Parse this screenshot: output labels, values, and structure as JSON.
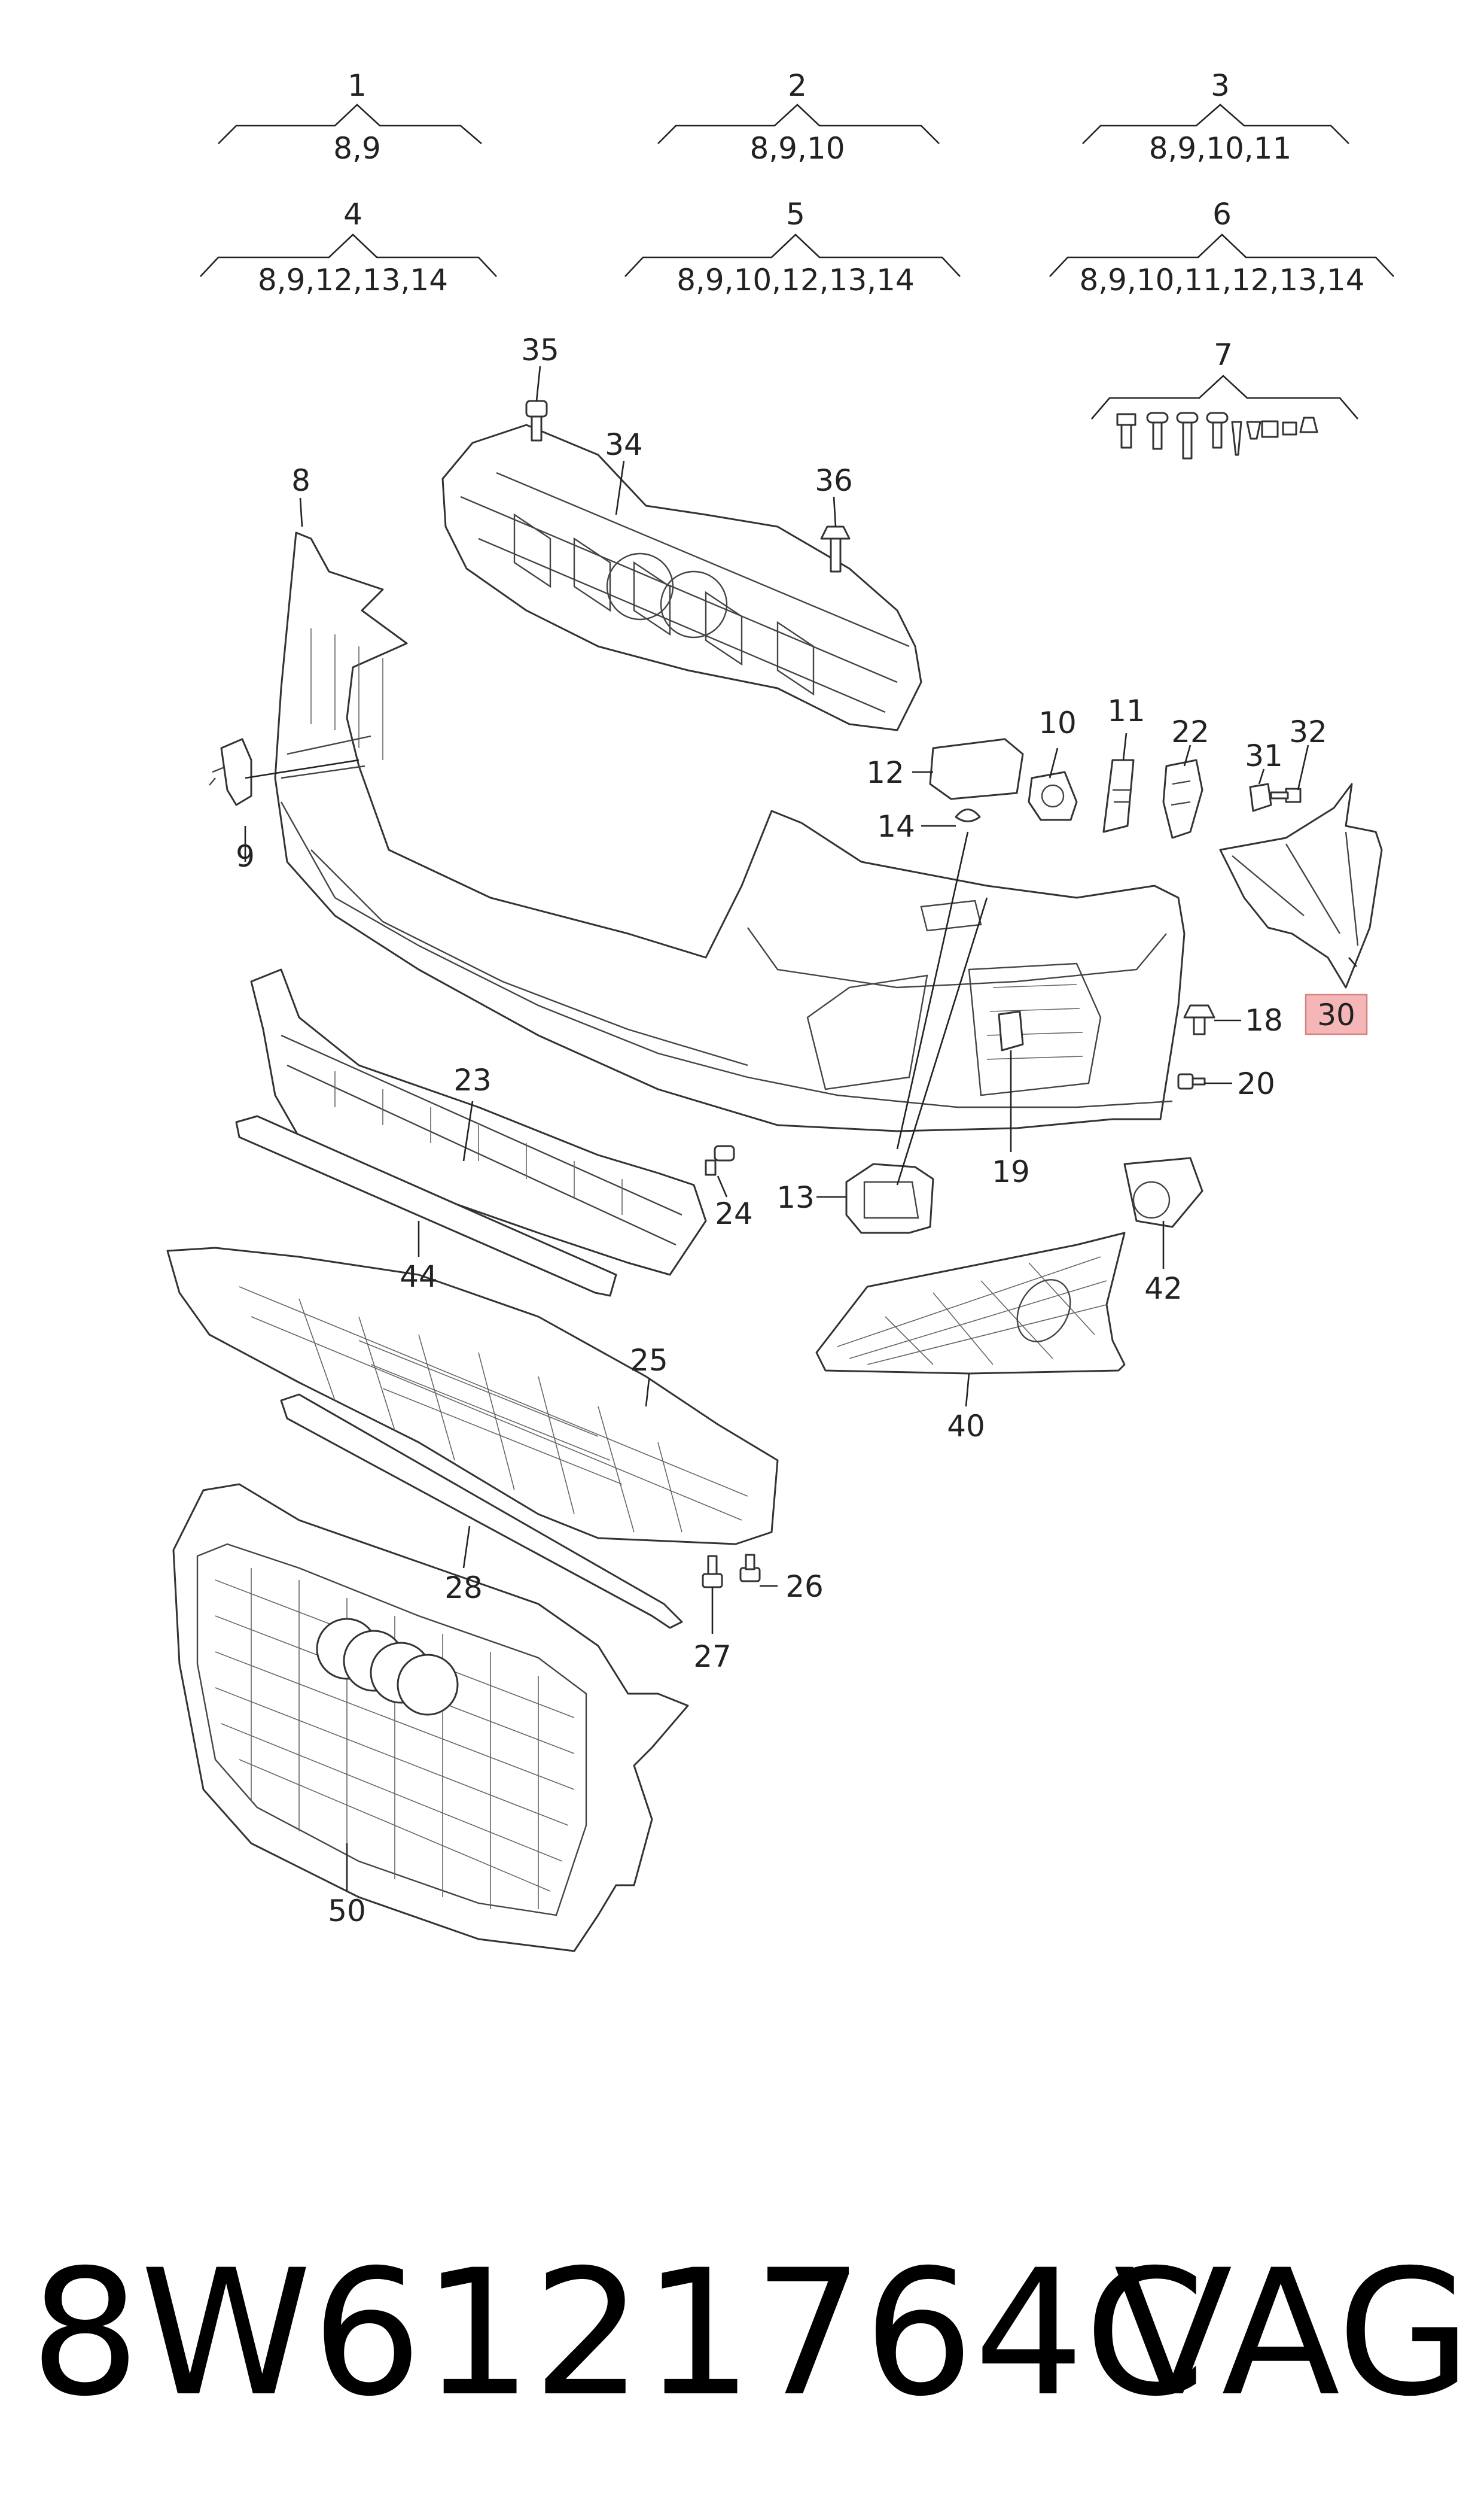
{
  "kits": [
    {
      "number": "1",
      "parts": "8,9"
    },
    {
      "number": "2",
      "parts": "8,9,10"
    },
    {
      "number": "3",
      "parts": "8,9,10,11"
    },
    {
      "number": "4",
      "parts": "8,9,12,13,14"
    },
    {
      "number": "5",
      "parts": "8,9,10,12,13,14"
    },
    {
      "number": "6",
      "parts": "8,9,10,11,12,13,14"
    },
    {
      "number": "7",
      "parts": ""
    }
  ],
  "callouts": {
    "p8": "8",
    "p9": "9",
    "p10": "10",
    "p11": "11",
    "p12": "12",
    "p13": "13",
    "p14": "14",
    "p18": "18",
    "p19": "19",
    "p20": "20",
    "p22": "22",
    "p23": "23",
    "p24": "24",
    "p25": "25",
    "p26": "26",
    "p27": "27",
    "p28": "28",
    "p30": "30",
    "p31": "31",
    "p32": "32",
    "p34": "34",
    "p35": "35",
    "p36": "36",
    "p40": "40",
    "p42": "42",
    "p44": "44",
    "p50": "50"
  },
  "highlighted_part": "30",
  "highlight_color": "#f4b6b6",
  "footer": {
    "part_number": "8W6121764C",
    "brand": "VAG"
  }
}
